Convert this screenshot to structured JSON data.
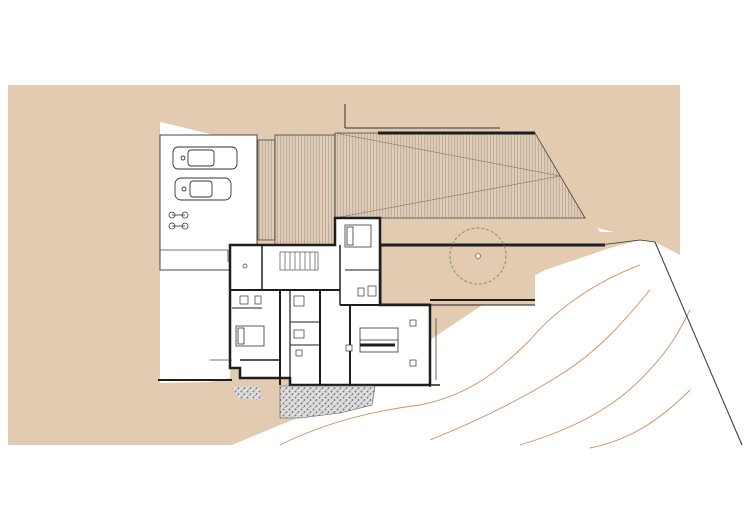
{
  "colors": {
    "background": "#ffffff",
    "terrain": "#e3cbb1",
    "wall": "#1e1e1e",
    "line": "#555555",
    "contour": "#d08f5f",
    "tree_circle": "#6f9a5a",
    "gravel": "#8a8a8a"
  },
  "elements": {
    "terrain": "terrain-fill",
    "parking": "parking-area",
    "ramp": "driveway-ramp",
    "stair": "main-stair",
    "pool": "pool-terrace",
    "contours": "contour-lines",
    "cars": "car-icon",
    "bicycles": "bicycle-icon",
    "beds": "bed-icon",
    "gravel": "gravel-bed"
  }
}
